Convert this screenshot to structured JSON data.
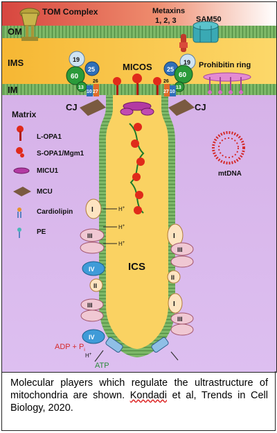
{
  "figure": {
    "labels": {
      "tom_complex": "TOM Complex",
      "metaxins": "Metaxins",
      "metaxins_numbers": "1, 2, 3",
      "sam50": "SAM50",
      "om": "OM",
      "ims": "IMS",
      "im": "IM",
      "micos": "MICOS",
      "prohibitin_ring": "Prohibitin ring",
      "matrix": "Matrix",
      "cj_left": "CJ",
      "cj_right": "CJ",
      "mtdna": "mtDNA",
      "ics": "ICS",
      "adp": "ADP + P",
      "adp_sub": "i",
      "atp": "ATP",
      "h_plus": "H",
      "h_plus_sup": "+"
    },
    "micos_subunits": [
      "19",
      "25",
      "60",
      "13",
      "10",
      "27",
      "26"
    ],
    "complexes": [
      "I",
      "III",
      "IV",
      "II"
    ],
    "legend": [
      {
        "label": "L-OPA1",
        "icon": "l-opa1-icon"
      },
      {
        "label": "S-OPA1/Mgm1",
        "icon": "s-opa1-icon"
      },
      {
        "label": "MICU1",
        "icon": "micu1-icon"
      },
      {
        "label": "MCU",
        "icon": "mcu-icon"
      },
      {
        "label": "Cardiolipin",
        "icon": "cardiolipin-icon"
      },
      {
        "label": "PE",
        "icon": "pe-icon"
      }
    ]
  },
  "caption": {
    "text_before": "Molecular players which regulate the ultrastructure of mitochondria are shown. ",
    "ref": "Kondadi",
    "text_after": " et al, Trends in Cell Biology, 2020."
  },
  "colors": {
    "om_band": "#e0504a",
    "ims": "#fbd366",
    "matrix": "#d9b6e8",
    "membrane": "#7ab56a",
    "l_opa1": "#e02a1a",
    "micu1": "#b33aa3",
    "mcu": "#7a5a40",
    "mtdna": "#d42a2a"
  }
}
